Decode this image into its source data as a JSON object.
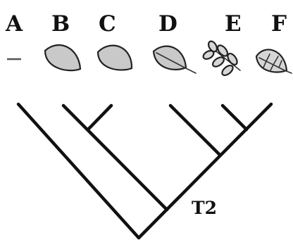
{
  "taxa": [
    {
      "label": "A",
      "trait": "none"
    },
    {
      "label": "B",
      "trait": "simple-leaf"
    },
    {
      "label": "C",
      "trait": "simple-leaf"
    },
    {
      "label": "D",
      "trait": "veined-leaf"
    },
    {
      "label": "E",
      "trait": "compound-leaf"
    },
    {
      "label": "F",
      "trait": "netted-veined-leaf"
    }
  ],
  "node_label": "T2",
  "colors": {
    "ink": "#111111",
    "leaf_fill": "#c9c9c9",
    "leaf_fill_light": "#d6d6d6"
  },
  "icons": [
    "dash-icon",
    "leaf-icon",
    "leaf-icon",
    "veined-leaf-icon",
    "compound-leaf-icon",
    "netted-leaf-icon"
  ]
}
